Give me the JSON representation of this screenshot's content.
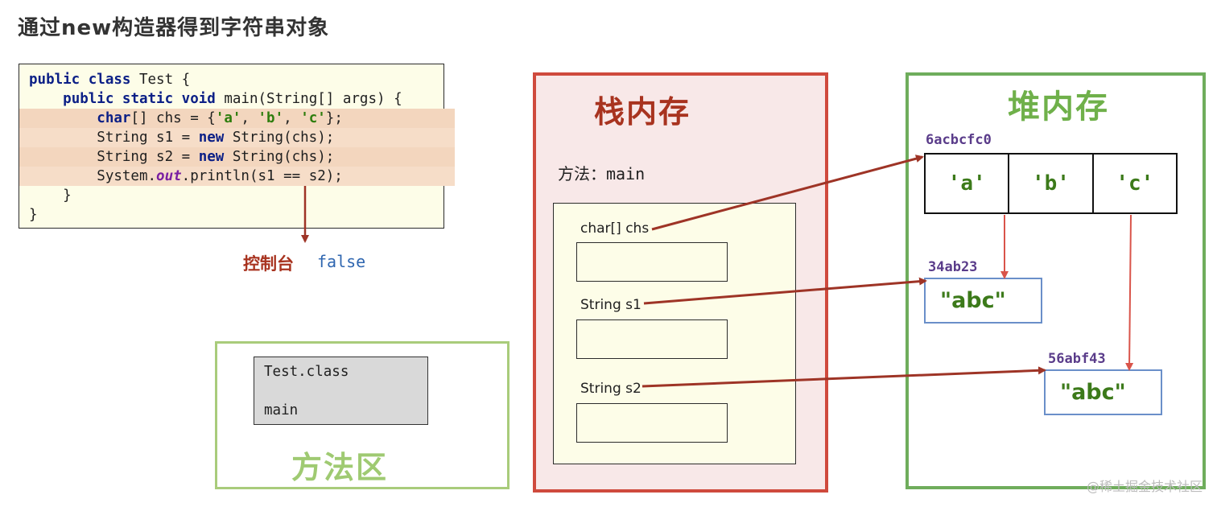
{
  "title": "通过new构造器得到字符串对象",
  "code": {
    "lines": [
      {
        "tokens": [
          {
            "t": "public class",
            "c": "kw"
          },
          {
            "t": " Test {",
            "c": ""
          }
        ]
      },
      {
        "tokens": [
          {
            "t": "    ",
            "c": ""
          },
          {
            "t": "public static void",
            "c": "kw"
          },
          {
            "t": " main(String[] args) {",
            "c": ""
          }
        ]
      },
      {
        "tokens": [
          {
            "t": "        ",
            "c": ""
          },
          {
            "t": "char",
            "c": "kw"
          },
          {
            "t": "[] chs = {",
            "c": ""
          },
          {
            "t": "'a'",
            "c": "str"
          },
          {
            "t": ", ",
            "c": ""
          },
          {
            "t": "'b'",
            "c": "str"
          },
          {
            "t": ", ",
            "c": ""
          },
          {
            "t": "'c'",
            "c": "str"
          },
          {
            "t": "};",
            "c": ""
          }
        ]
      },
      {
        "tokens": [
          {
            "t": "        String s1 = ",
            "c": ""
          },
          {
            "t": "new",
            "c": "kwb"
          },
          {
            "t": " String(chs);",
            "c": ""
          }
        ]
      },
      {
        "tokens": [
          {
            "t": "        String s2 = ",
            "c": ""
          },
          {
            "t": "new",
            "c": "kwb"
          },
          {
            "t": " String(chs);",
            "c": ""
          }
        ]
      },
      {
        "tokens": [
          {
            "t": "        System.",
            "c": ""
          },
          {
            "t": "out",
            "c": "fld"
          },
          {
            "t": ".println(s1 == s2);",
            "c": ""
          }
        ]
      },
      {
        "tokens": [
          {
            "t": "    }",
            "c": ""
          }
        ]
      },
      {
        "tokens": [
          {
            "t": "}",
            "c": ""
          }
        ]
      }
    ]
  },
  "console": {
    "label": "控制台",
    "value": "false"
  },
  "method_area": {
    "title": "方法区",
    "class_name": "Test.class",
    "method": "main"
  },
  "stack": {
    "title": "栈内存",
    "method_label": "方法：",
    "method_name": "main",
    "vars": [
      {
        "label": "char[]  chs"
      },
      {
        "label": "String  s1"
      },
      {
        "label": "String  s2"
      }
    ]
  },
  "heap": {
    "title": "堆内存",
    "array_addr": "6acbcfc0",
    "array_cells": [
      "'a'",
      "'b'",
      "'c'"
    ],
    "str1_addr": "34ab23",
    "str1_value": "\"abc\"",
    "str2_addr": "56abf43",
    "str2_value": "\"abc\""
  },
  "watermark": "@稀土掘金技术社区",
  "colors": {
    "arrow_dark_red": "#9e3426",
    "arrow_red": "#d9544a",
    "heap_border": "#6fad5c",
    "stack_border": "#cf4a3d"
  }
}
